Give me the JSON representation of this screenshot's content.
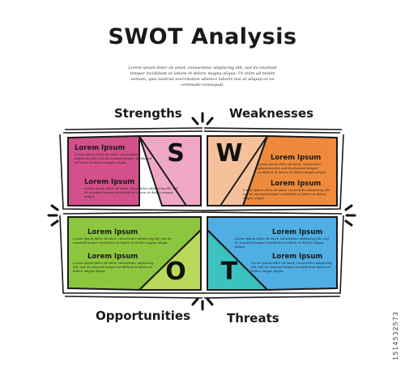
{
  "title": "SWOT Analysis",
  "subtitle": "Lorem ipsum dolor sit amet, consectetur adipiscing elit, sed do eiusmod tempor incididunt ut labore et dolore magna aliqua. Ut enim ad minim veniam, quis nostrud exercitation ullamco laboris nisi ut aliquip ex ea commodo consequat.",
  "labels": {
    "strengths": "Strengths",
    "weaknesses": "Weaknesses",
    "opportunities": "Opportunities",
    "threats": "Threats"
  },
  "letters": {
    "s": "S",
    "w": "W",
    "o": "O",
    "t": "T"
  },
  "quadrants": {
    "strengths": {
      "color": "#d4508a",
      "light": "#f0a7c6",
      "items": [
        {
          "heading": "Lorem Ipsum",
          "text": "Lorem ipsum dolor sit amet, consectetur adipiscing elit, sed do eiusmod tempor incididunt ut labore et dolore magna aliqua."
        },
        {
          "heading": "Lorem Ipsum",
          "text": "Lorem ipsum dolor sit amet, consectetur adipiscing elit, sed do eiusmod tempor incididunt ut labore et dolore magna aliqua."
        }
      ]
    },
    "weaknesses": {
      "color": "#ef8a3c",
      "light": "#f6c19a",
      "items": [
        {
          "heading": "Lorem Ipsum",
          "text": "Lorem ipsum dolor sit amet, consectetur adipiscing elit, sed do eiusmod tempor incididunt ut labore et dolore magna aliqua."
        },
        {
          "heading": "Lorem Ipsum",
          "text": "Lorem ipsum dolor sit amet, consectetur adipiscing elit, sed do eiusmod tempor incididunt ut labore et dolore magna aliqua."
        }
      ]
    },
    "opportunities": {
      "color": "#8cc63f",
      "light": "#b9d95a",
      "items": [
        {
          "heading": "Lorem Ipsum",
          "text": "Lorem ipsum dolor sit amet, consectetur adipiscing elit, sed do eiusmod tempor incididunt ut labore et dolore magna aliqua."
        },
        {
          "heading": "Lorem Ipsum",
          "text": "Lorem ipsum dolor sit amet, consectetur adipiscing elit, sed do eiusmod tempor incididunt ut labore et dolore magna aliqua."
        }
      ]
    },
    "threats": {
      "color": "#4faee3",
      "light": "#3cc2c0",
      "items": [
        {
          "heading": "Lorem Ipsum",
          "text": "Lorem ipsum dolor sit amet, consectetur adipiscing elit, sed do eiusmod tempor incididunt ut labore et dolore magna aliqua."
        },
        {
          "heading": "Lorem Ipsum",
          "text": "Lorem ipsum dolor sit amet, consectetur adipiscing elit, sed do eiusmod tempor incididunt ut labore et dolore magna aliqua."
        }
      ]
    }
  },
  "watermark": "1514532573"
}
